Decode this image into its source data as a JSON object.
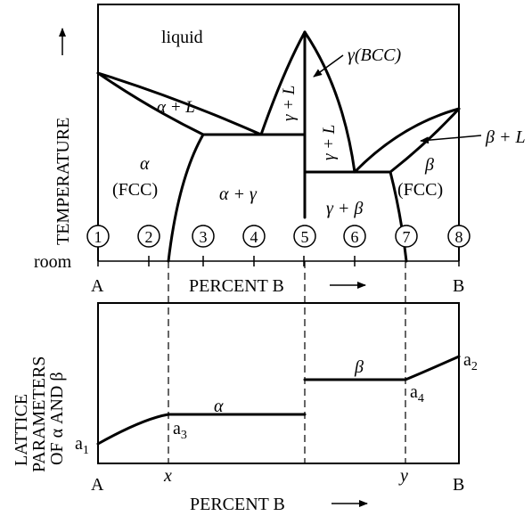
{
  "phase_diagram": {
    "phases": {
      "liquid": "liquid",
      "alpha_L": "α + L",
      "gamma_L_left": "γ + L",
      "gamma_L_right": "γ + L",
      "gamma_bcc": "γ(BCC)",
      "beta_L": "β + L",
      "alpha": "α",
      "alpha_fcc": "(FCC)",
      "alpha_gamma": "α + γ",
      "gamma_beta": "γ + β",
      "beta": "β",
      "beta_fcc": "(FCC)"
    },
    "y_axis_label": "TEMPERATURE",
    "room_label": "room",
    "compositions": [
      "1",
      "2",
      "3",
      "4",
      "5",
      "6",
      "7",
      "8"
    ],
    "x_axis_label": "PERCENT B",
    "left_end": "A",
    "right_end": "B"
  },
  "lattice_plot": {
    "y_axis_label_line1": "LATTICE",
    "y_axis_label_line2": "PARAMETERS",
    "y_axis_label_line3": "OF α AND β",
    "alpha_label": "α",
    "beta_label": "β",
    "a1": "a",
    "a1_sub": "1",
    "a2": "a",
    "a2_sub": "2",
    "a3": "a",
    "a3_sub": "3",
    "a4": "a",
    "a4_sub": "4",
    "x_label": "x",
    "y_label": "y",
    "x_axis_label": "PERCENT B",
    "left_end": "A",
    "right_end": "B"
  }
}
